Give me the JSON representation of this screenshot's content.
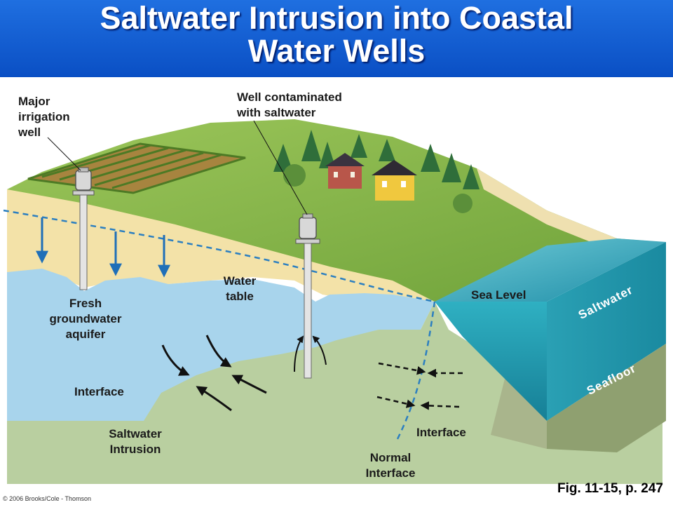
{
  "title": {
    "line1": "Saltwater Intrusion into Coastal",
    "line2": "Water Wells"
  },
  "labels": {
    "major_irrigation_well": [
      "Major",
      "irrigation",
      "well"
    ],
    "well_contaminated": [
      "Well contaminated",
      "with saltwater"
    ],
    "water_table": [
      "Water",
      "table"
    ],
    "fresh_aquifer": [
      "Fresh",
      "groundwater",
      "aquifer"
    ],
    "interface_left": "Interface",
    "saltwater_intrusion": [
      "Saltwater",
      "Intrusion"
    ],
    "sea_level": "Sea Level",
    "saltwater": "Saltwater",
    "seafloor": "Seafloor",
    "interface_right": "Interface",
    "normal_interface": [
      "Normal",
      "Interface"
    ]
  },
  "footer": {
    "copyright": "© 2006 Brooks/Cole - Thomson",
    "figure_ref": "Fig. 11-15, p. 247"
  },
  "colors": {
    "header": "#0a4fc4",
    "fresh_water": "#a8d4ec",
    "saltwater_wedge": "#b9cfa0",
    "sand": "#f3e2a8",
    "sea": "#2ea6b8",
    "seafloor": "#a9b58c",
    "arrow_blue": "#1f6fb8"
  }
}
